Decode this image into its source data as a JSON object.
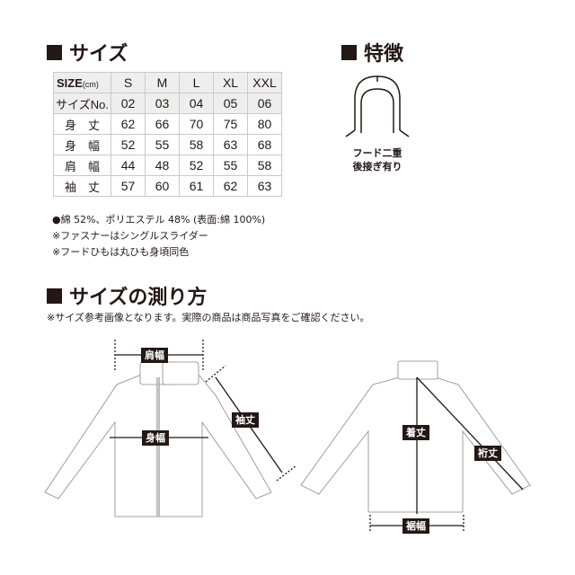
{
  "size_section": {
    "title": "サイズ",
    "table": {
      "header": {
        "label": "SIZE",
        "unit": "(cm)",
        "sizes": [
          "S",
          "M",
          "L",
          "XL",
          "XXL"
        ]
      },
      "rows": [
        {
          "label": "サイズNo.",
          "values": [
            "02",
            "03",
            "04",
            "05",
            "06"
          ]
        },
        {
          "label": "身　丈",
          "values": [
            "62",
            "66",
            "70",
            "75",
            "80"
          ]
        },
        {
          "label": "身　幅",
          "values": [
            "52",
            "55",
            "58",
            "63",
            "68"
          ]
        },
        {
          "label": "肩　幅",
          "values": [
            "44",
            "48",
            "52",
            "55",
            "58"
          ]
        },
        {
          "label": "袖　丈",
          "values": [
            "57",
            "60",
            "61",
            "62",
            "63"
          ]
        }
      ]
    },
    "notes": [
      "●綿 52%、ポリエステル 48% (表面:綿 100%)",
      "※ファスナーはシングルスライダー",
      "※フードひもは丸ひも身頃同色"
    ]
  },
  "feature_section": {
    "title": "特徴",
    "icon": "hood-double-layer-icon",
    "caption_line1": "フード二重",
    "caption_line2": "後接ぎ有り"
  },
  "measure_section": {
    "title": "サイズの測り方",
    "subtitle": "※サイズ参考画像となります。実際の商品は商品写真をご確認ください。",
    "front_labels": {
      "shoulder": "肩幅",
      "chest": "身幅",
      "sleeve": "袖丈"
    },
    "back_labels": {
      "length": "着丈",
      "yuki": "裄丈",
      "hem": "裾幅"
    }
  }
}
